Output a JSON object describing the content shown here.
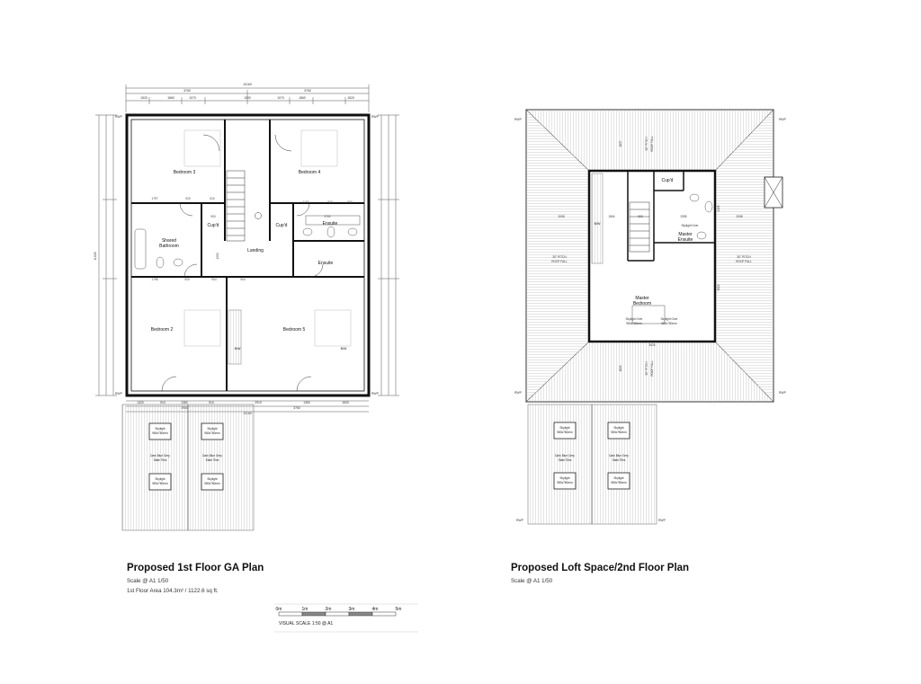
{
  "left_plan": {
    "title": "Proposed 1st Floor GA Plan",
    "scale": "Scale @ A1 1/50",
    "area": "1st Floor Area 104.3m² / 1122.6 sq ft.",
    "rooms": {
      "bedroom3": "Bedroom 3",
      "bedroom4": "Bedroom 4",
      "bedroom2": "Bedroom 2",
      "bedroom5": "Bedroom 5",
      "shared_bath_1": "Shared",
      "shared_bath_2": "Bathroom",
      "cupd_left": "Cup'd",
      "cupd_right": "Cup'd",
      "ensuite_upper": "Ensuite",
      "ensuite_lower": "Ensuite",
      "landing": "Landing",
      "bw_left": "B/W",
      "bw_right": "B/W"
    },
    "dims": {
      "overall_top": "10160",
      "overall_bottom": "10160",
      "top_a": "3760",
      "top_b": "3760",
      "top_c1": "1520",
      "top_c2": "1860",
      "top_c3": "1070",
      "top_c4": "1000",
      "top_c5": "1070",
      "top_c6": "1860",
      "top_c7": "1520",
      "bot_a": "3960",
      "bot_b": "3760",
      "bot_c1": "1320",
      "bot_c2": "910",
      "bot_c3": "1360",
      "bot_c4": "910",
      "bot_c5": "2910",
      "bot_c6": "1360",
      "bot_c7": "1840",
      "left_overall": "11020",
      "r1": "1797",
      "r2": "920",
      "r3": "610",
      "r4": "900",
      "r5": "1167",
      "r6": "920",
      "r7": "800",
      "r8": "1798",
      "r9": "920",
      "r10": "1250",
      "r11": "904",
      "r12": "904",
      "r13": "3700"
    },
    "rwp": "RWP",
    "skylight": "Skylight",
    "skylight_size": "980x780mm",
    "roof_tiles_1": "Dark Blue Grey",
    "roof_tiles_2": "Slate Tiles"
  },
  "right_plan": {
    "title": "Proposed Loft Space/2nd Floor Plan",
    "scale": "Scale @ A1 1/50",
    "rooms": {
      "master_ensuite_1": "Master",
      "master_ensuite_2": "Ensuite",
      "master_bed_1": "Master",
      "master_bed_2": "Bedroom",
      "cupd": "Cup'd",
      "bw": "B/W"
    },
    "pitch": "30° PITCH",
    "roof_fall": "ROOF FALL",
    "skylight_over": "Skylight Over",
    "skylight_size": "980x780mm",
    "dims": {
      "d1": "2008",
      "d2": "2008",
      "d3": "3020",
      "d4": "1637",
      "d5": "1639",
      "d6": "2395",
      "d7": "3025",
      "d8": "2135",
      "d9": "1000",
      "d10": "1504",
      "d11": "900"
    },
    "rwp": "RWP",
    "skylight": "Skylight",
    "roof_tiles_1": "Dark Blue Grey",
    "roof_tiles_2": "Slate Tiles"
  },
  "scalebar": {
    "labels": [
      "0m",
      "1m",
      "2m",
      "3m",
      "4m",
      "5m"
    ],
    "caption": "VISUAL SCALE 1:50 @ A1"
  }
}
